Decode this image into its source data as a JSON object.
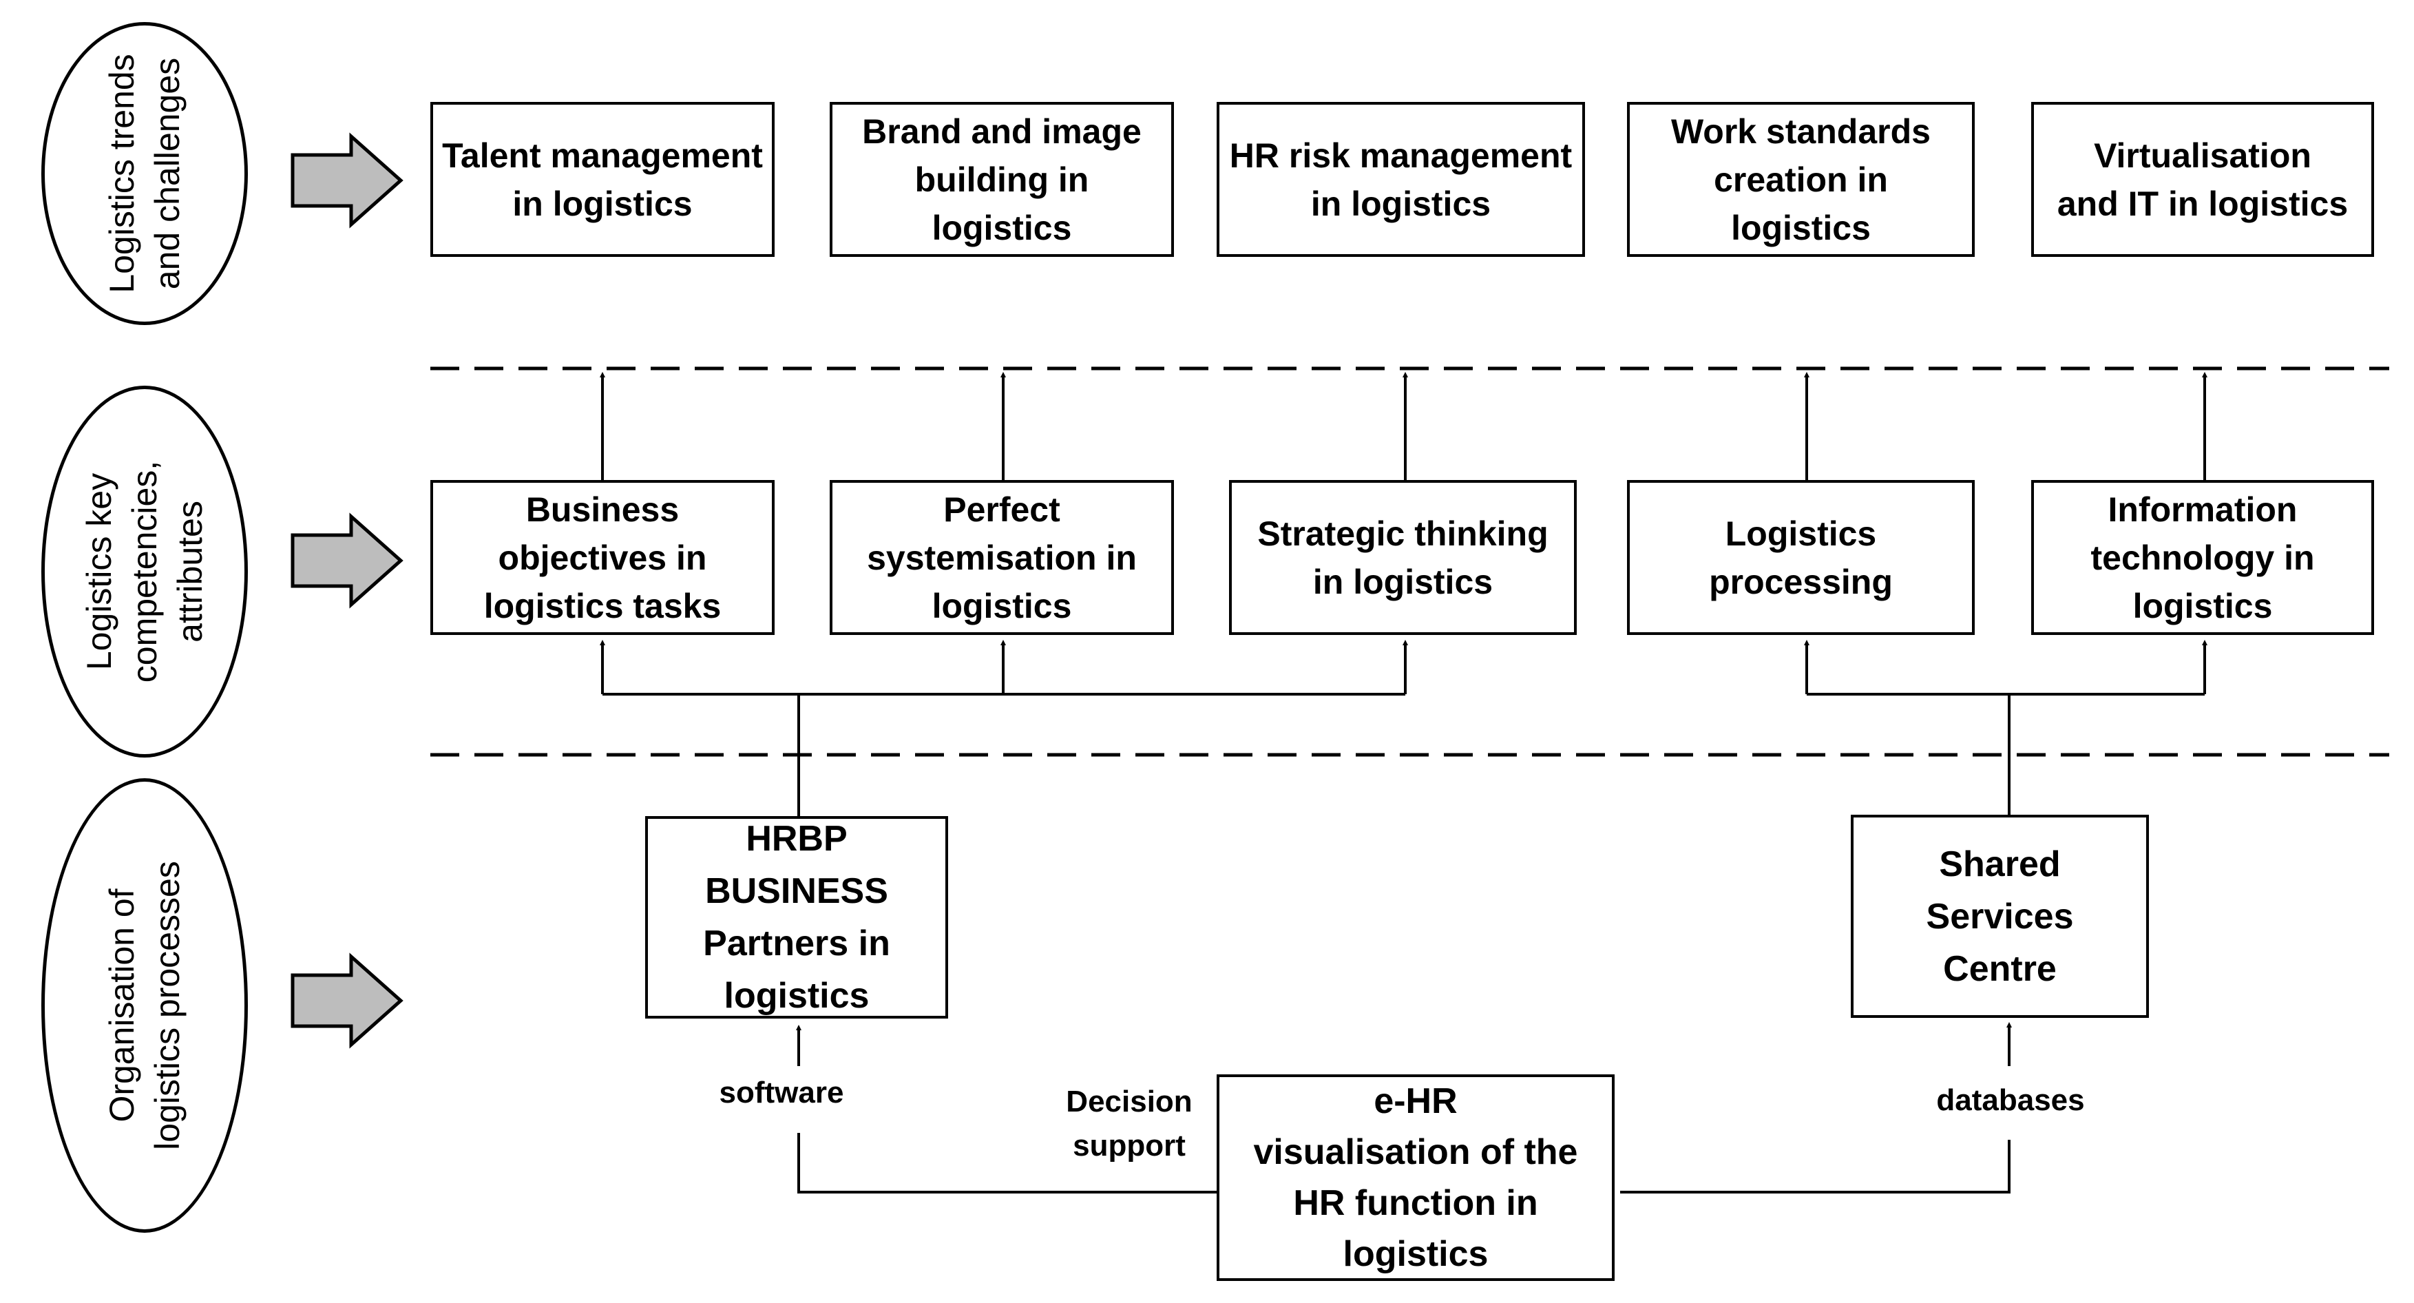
{
  "rows": [
    {
      "label": "Logistics trends\nand challenges",
      "boxes": [
        "Talent management\nin logistics",
        "Brand and image\nbuilding in\nlogistics",
        "HR risk management\nin logistics",
        "Work standards\ncreation in\nlogistics",
        "Virtualisation\nand IT in logistics"
      ]
    },
    {
      "label": "Logistics key\ncompetencies,\nattributes",
      "boxes": [
        "Business\nobjectives in\nlogistics tasks",
        "Perfect\nsystemisation in\nlogistics",
        "Strategic thinking\nin logistics",
        "Logistics\nprocessing",
        "Information\ntechnology in\nlogistics"
      ]
    },
    {
      "label": "Organisation of\nlogistics processes",
      "boxes": [
        "HRBP\nBUSINESS\nPartners in\nlogistics",
        "Shared\nServices\nCentre"
      ]
    }
  ],
  "center_box": "e-HR\nvisualisation of the\nHR function in\nlogistics",
  "connector_labels": {
    "software": "software",
    "decision_support": "Decision\nsupport",
    "databases": "databases"
  }
}
